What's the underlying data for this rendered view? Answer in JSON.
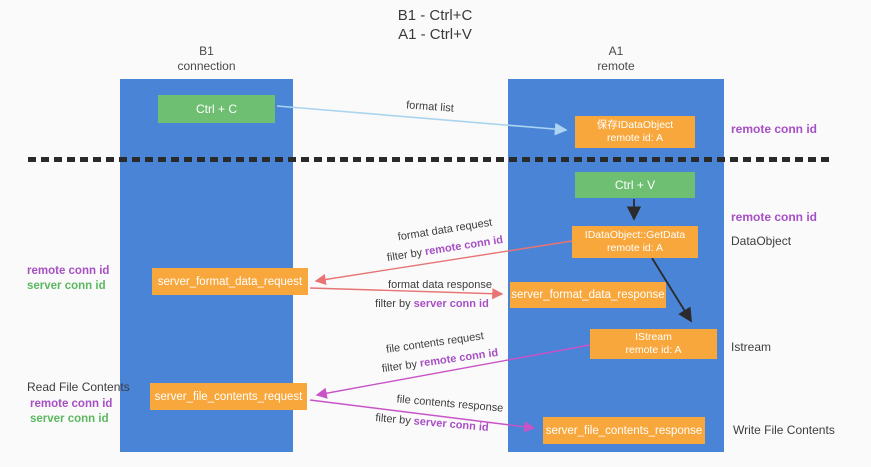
{
  "title": {
    "line1": "B1 - Ctrl+C",
    "line2": "A1 - Ctrl+V"
  },
  "columns": {
    "left": {
      "name": "B1",
      "role": "connection"
    },
    "right": {
      "name": "A1",
      "role": "remote"
    }
  },
  "boxes": {
    "ctrl_c": "Ctrl + C",
    "ctrl_v": "Ctrl + V",
    "save_idataobject": {
      "line1": "保存IDataObject",
      "line2": "remote id: A"
    },
    "getdata": {
      "line1": "IDataObject::GetData",
      "line2": "remote id: A"
    },
    "istream": {
      "line1": "IStream",
      "line2": "remote id: A"
    },
    "server_format_data_request": "server_format_data_request",
    "server_format_data_response": "server_format_data_response",
    "server_file_contents_request": "server_file_contents_request",
    "server_file_contents_response": "server_file_contents_response"
  },
  "flow_labels": {
    "format_list": "format list",
    "format_data_request": "format data request",
    "format_data_response": "format data response",
    "file_contents_request": "file contents request",
    "file_contents_response": "file contents response",
    "filter_by": "filter by",
    "remote_conn_id": "remote conn id",
    "server_conn_id": "server conn id"
  },
  "side_labels": {
    "right_remote_conn_id_1": "remote conn id",
    "right_remote_conn_id_2": "remote conn id",
    "dataobject": "DataObject",
    "istream": "Istream",
    "write_file_contents": "Write File Contents",
    "left_remote_conn_id_1": "remote conn id",
    "left_server_conn_id_1": "server conn id",
    "read_file_contents": "Read File Contents",
    "left_remote_conn_id_2": "remote conn id",
    "left_server_conn_id_2": "server conn id"
  },
  "colors": {
    "column_blue": "#4a84d7",
    "box_orange": "#f8a73c",
    "box_green": "#6fbf73",
    "purple_text": "#a74fc4",
    "green_text": "#5cb860",
    "red_arrow": "#e87474",
    "magenta_arrow": "#c854c8",
    "light_blue_arrow": "#aad4f0",
    "black_arrow": "#2b2b2b",
    "background": "#fafafa"
  }
}
